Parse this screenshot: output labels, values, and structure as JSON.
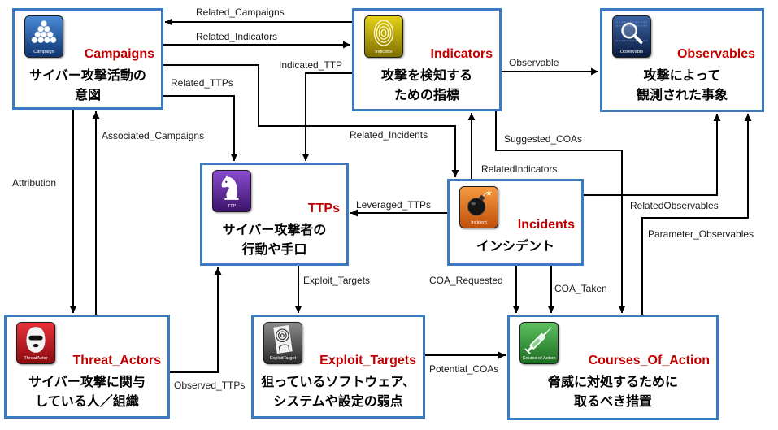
{
  "diagram": {
    "nodes": {
      "campaigns": {
        "icon": "billiard-balls-icon",
        "icon_label": "Campaign",
        "title": "Campaigns",
        "desc_1": "サイバー攻撃活動の",
        "desc_2": "意図"
      },
      "indicators": {
        "icon": "fingerprint-icon",
        "icon_label": "Indicator",
        "title": "Indicators",
        "desc_1": "攻撃を検知する",
        "desc_2": "ための指標"
      },
      "observables": {
        "icon": "magnifier-icon",
        "icon_label": "Observable",
        "title": "Observables",
        "desc_1": "攻撃によって",
        "desc_2": "観測された事象"
      },
      "ttps": {
        "icon": "chess-knight-icon",
        "icon_label": "TTP",
        "title": "TTPs",
        "desc_1": "サイバー攻撃者の",
        "desc_2": "行動や手口"
      },
      "incidents": {
        "icon": "bomb-icon",
        "icon_label": "Incident",
        "title": "Incidents",
        "desc_1": "インシデント"
      },
      "threat_actors": {
        "icon": "balaclava-icon",
        "icon_label": "ThreatActor",
        "title": "Threat_Actors",
        "desc_1": "サイバー攻撃に関与",
        "desc_2": "している人／組織"
      },
      "exploit_targets": {
        "icon": "target-paper-icon",
        "icon_label": "ExploitTarget",
        "title": "Exploit_Targets",
        "desc_1": "狙っているソフトウェア、",
        "desc_2": "システムや設定の弱点"
      },
      "courses_of_action": {
        "icon": "syringe-icon",
        "icon_label": "Course of Action",
        "title": "Courses_Of_Action",
        "desc_1": "脅威に対処するために",
        "desc_2": "取るべき措置"
      }
    },
    "edges": {
      "related_campaigns": "Related_Campaigns",
      "related_indicators": "Related_Indicators",
      "indicated_ttp": "Indicated_TTP",
      "related_ttps": "Related_TTPs",
      "related_incidents": "Related_Incidents",
      "observable": "Observable",
      "suggested_coas": "Suggested_COAs",
      "incident_related_indicators": "RelatedIndicators",
      "leveraged_ttps": "Leveraged_TTPs",
      "related_observables": "RelatedObservables",
      "parameter_observables": "Parameter_Observables",
      "coa_requested": "COA_Requested",
      "coa_taken": "COA_Taken",
      "exploit_targets": "Exploit_Targets",
      "potential_coas": "Potential_COAs",
      "observed_ttps": "Observed_TTPs",
      "attribution": "Attribution",
      "associated_campaigns": "Associated_Campaigns"
    }
  },
  "colors": {
    "box_border": "#3A7AC3",
    "node_title": "#C00000",
    "arrow": "#000000",
    "edge_label": "#1a1a1a"
  }
}
